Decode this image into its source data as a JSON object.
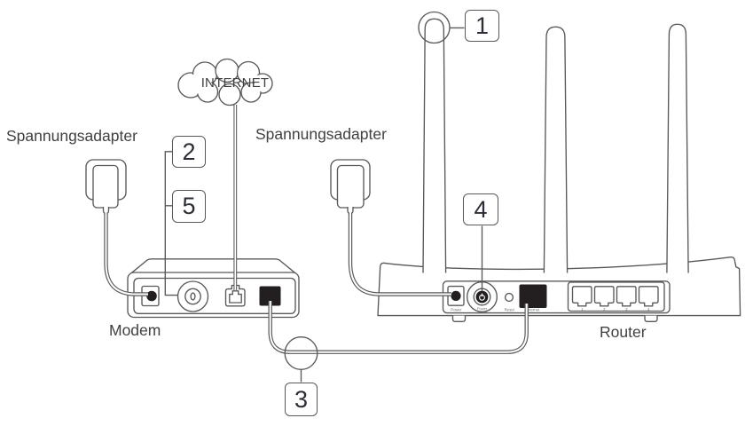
{
  "colors": {
    "line": "#58595b",
    "dark": "#231f20",
    "text": "#414042",
    "number": "#2b2e36",
    "tiny": "#6d6e71"
  },
  "labels": {
    "internet": "INTERNET",
    "adapter_left": "Spannungsadapter",
    "adapter_right": "Spannungsadapter",
    "modem": "Modem",
    "router": "Router"
  },
  "callouts": [
    {
      "number": "1",
      "marks": "router antenna"
    },
    {
      "number": "2",
      "marks": "modem coax port"
    },
    {
      "number": "3",
      "marks": "ethernet cable between modem and router"
    },
    {
      "number": "4",
      "marks": "router power on/off button"
    },
    {
      "number": "5",
      "marks": "modem coax port"
    }
  ],
  "router_panel": {
    "power": "Power",
    "power_onoff_line1": "Power",
    "power_onoff_line2": "On/Off",
    "reset": "Reset",
    "internet": "Internet",
    "lan": [
      "1",
      "2",
      "3",
      "4"
    ]
  }
}
